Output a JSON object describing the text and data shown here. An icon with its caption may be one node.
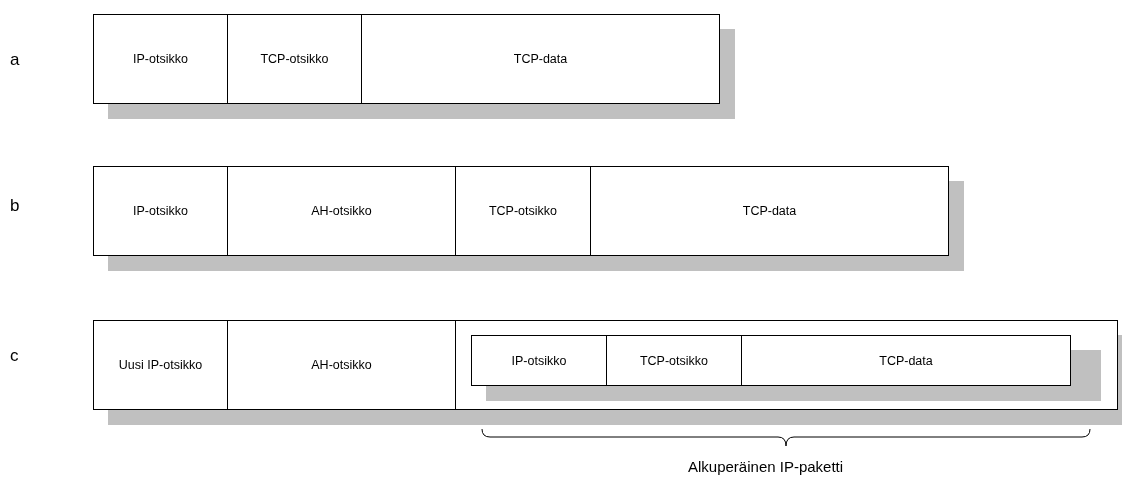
{
  "diagram": {
    "nodes": [
      {
        "text": [
          "IP-otsikko"
        ]
      },
      {
        "text": [
          "TCP-otsikko"
        ]
      },
      {
        "text": [
          "TCP-data"
        ]
      },
      {
        "text": [
          "IP-otsikko"
        ]
      },
      {
        "text": [
          "AH-otsikko"
        ]
      },
      {
        "text": [
          "TCP-otsikko"
        ]
      },
      {
        "text": [
          "TCP-data"
        ]
      },
      {
        "text": [
          "Uusi IP-otsikko"
        ]
      },
      {
        "text": [
          "AH-otsikko"
        ]
      },
      {
        "text": [],
        "shape": "box"
      },
      {
        "text": [
          "IP-otsikko"
        ],
        "in": 9
      },
      {
        "text": [
          "TCP-otsikko"
        ],
        "in": 9
      },
      {
        "text": [
          "TCP-data"
        ],
        "in": 9
      }
    ],
    "labels": [
      "a",
      "b",
      "c",
      "Alkuperäinen IP-paketti"
    ]
  }
}
